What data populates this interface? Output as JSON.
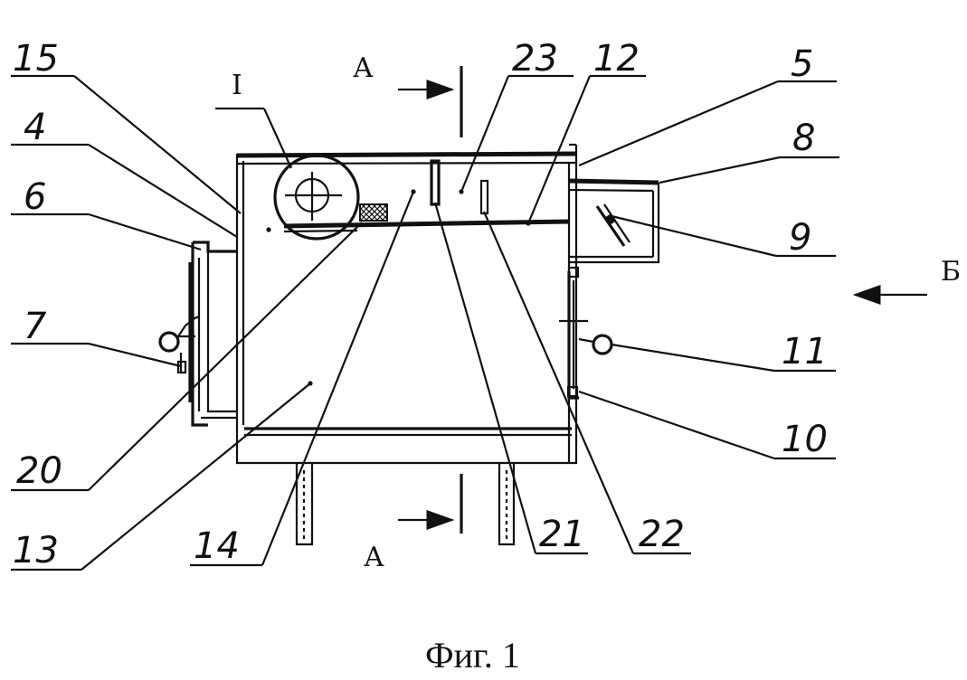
{
  "figure": {
    "caption": "Фиг. 1",
    "labels": {
      "n15": "15",
      "n4": "4",
      "n6": "6",
      "n7": "7",
      "n20": "20",
      "n13": "13",
      "nI": "I",
      "n23": "23",
      "n12": "12",
      "n5": "5",
      "n8": "8",
      "n9": "9",
      "n11": "11",
      "n10": "10",
      "n14": "14",
      "n21": "21",
      "n22": "22",
      "sectionA_top": "А",
      "sectionA_bottom": "А",
      "viewB": "Б"
    }
  }
}
